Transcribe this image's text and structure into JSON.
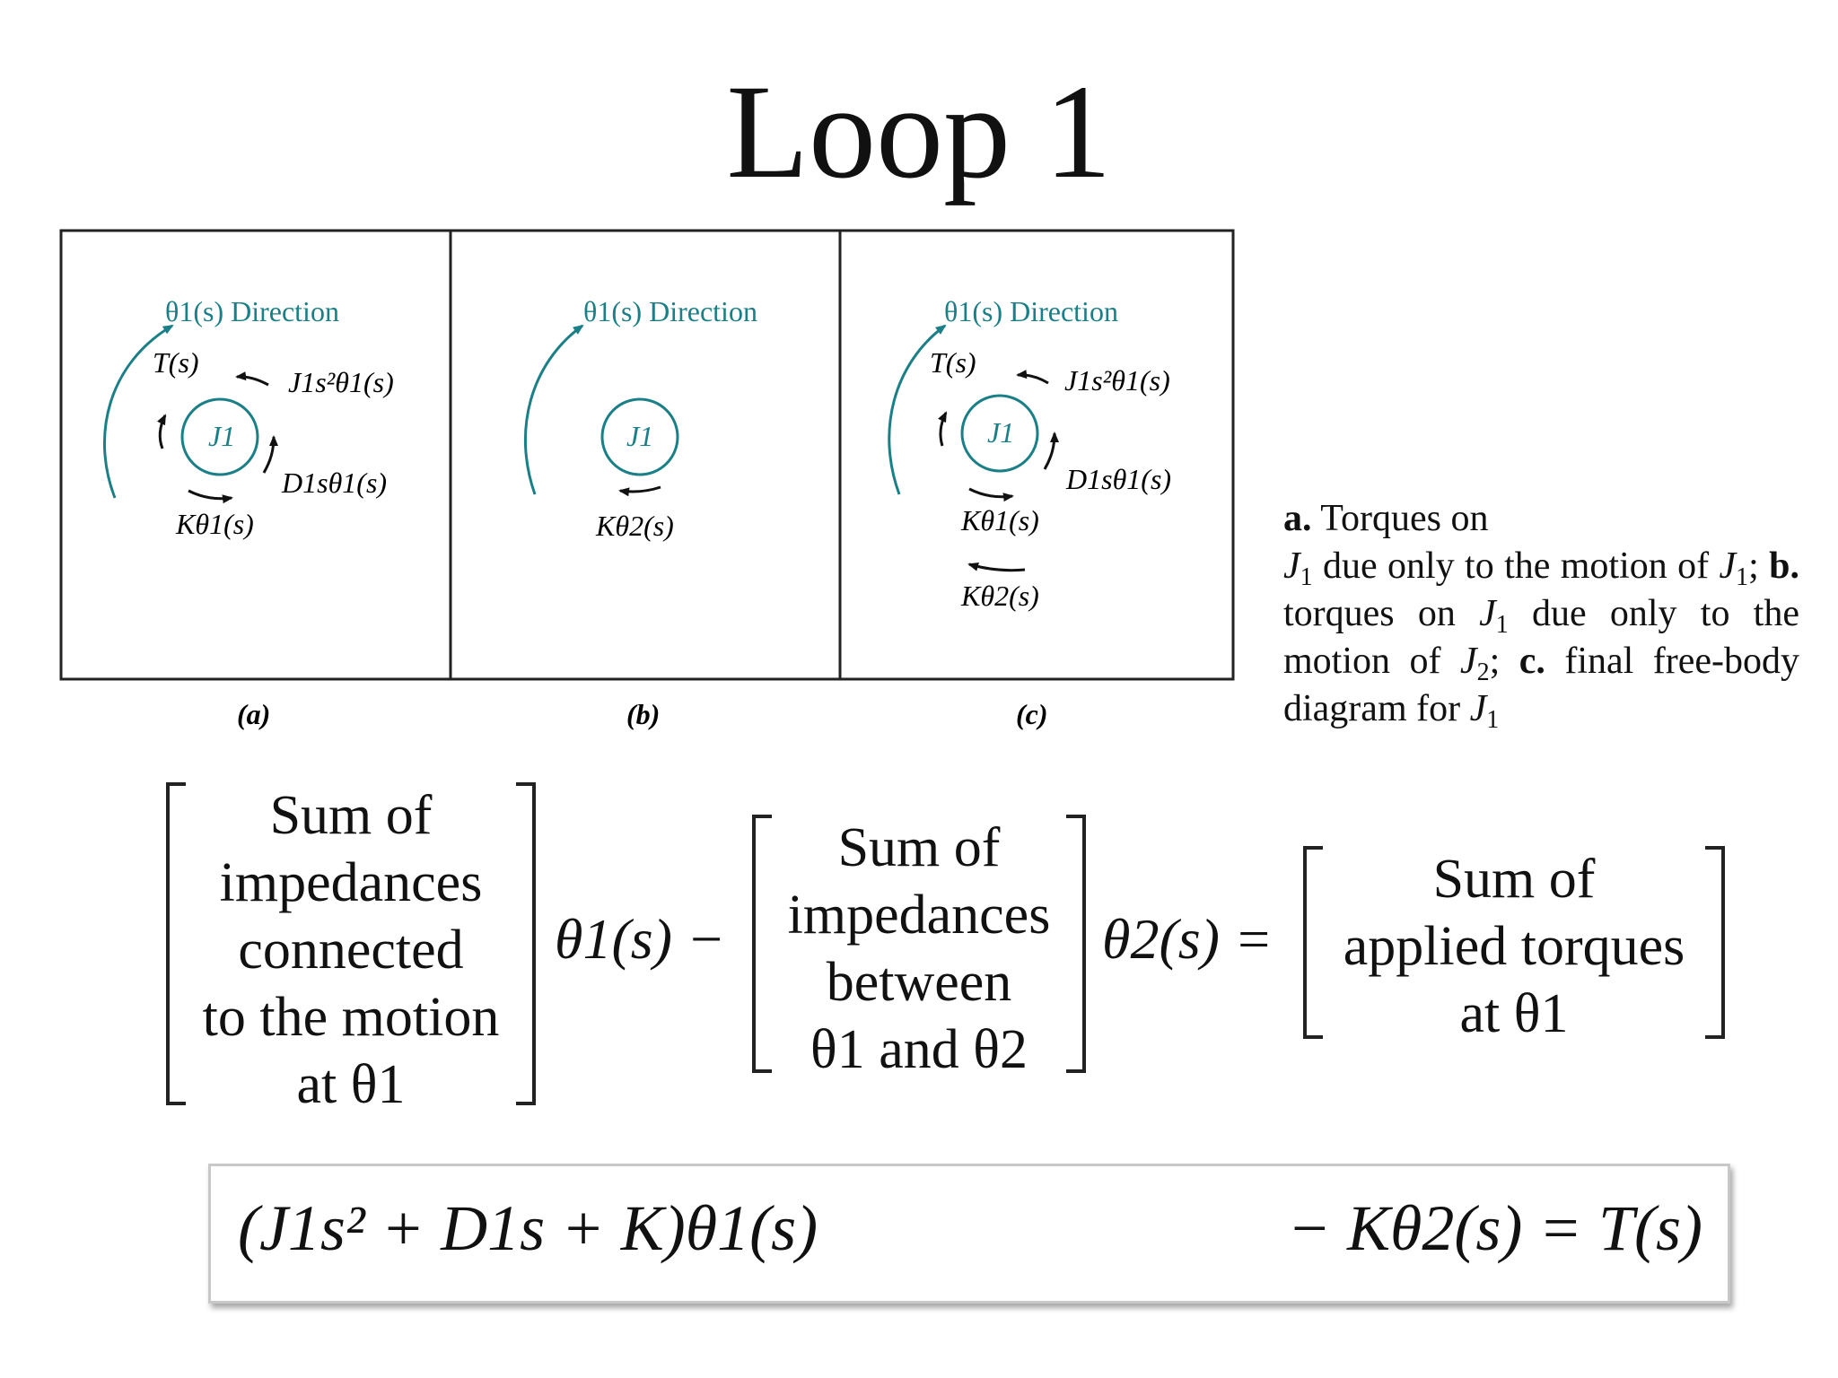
{
  "title": "Loop 1",
  "panels": [
    {
      "id": "a",
      "label": "(a)",
      "direction": "θ1(s) Direction",
      "torques": [
        "T(s)",
        "J1s²θ1(s)",
        "D1sθ1(s)",
        "Kθ1(s)"
      ],
      "mass": "J1"
    },
    {
      "id": "b",
      "label": "(b)",
      "direction": "θ1(s) Direction",
      "torques": [
        "Kθ2(s)"
      ],
      "mass": "J1"
    },
    {
      "id": "c",
      "label": "(c)",
      "direction": "θ1(s) Direction",
      "torques": [
        "T(s)",
        "J1s²θ1(s)",
        "D1sθ1(s)",
        "Kθ1(s)",
        "Kθ2(s)"
      ],
      "mass": "J1"
    }
  ],
  "caption": {
    "a_bold": "a.",
    "a_text": "Torques on",
    "a_text2": "due only to the motion of",
    "b_bold": "b.",
    "b_text": "torques on",
    "b_text2": "due only to the",
    "b_text3": "motion of",
    "c_bold": "c.",
    "c_text": "final free-body",
    "c_text2": "diagram for",
    "J1": "J",
    "J2": "J",
    "sub1": "1",
    "sub2": "2"
  },
  "word_equation": {
    "box1": [
      "Sum of",
      "impedances",
      "connected",
      "to the motion",
      "at θ1"
    ],
    "box2": [
      "Sum of",
      "impedances",
      "between",
      "θ1 and θ2"
    ],
    "box3": [
      "Sum of",
      "applied torques",
      "at θ1"
    ],
    "op1": "θ1(s) −",
    "op2": "θ2(s) ="
  },
  "final_equation": {
    "lhs": "(J1s² + D1s + K)θ1(s)",
    "rhs": "− Kθ2(s) = T(s)"
  },
  "colors": {
    "teal": "#1a7f86",
    "frame": "#222222",
    "text": "#111111"
  }
}
